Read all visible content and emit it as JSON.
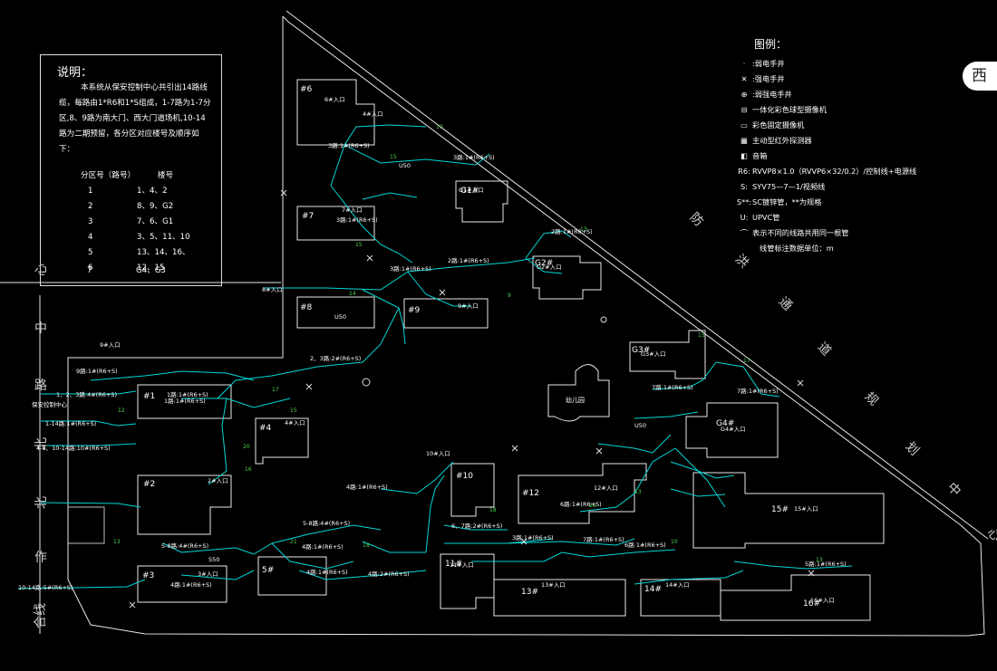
{
  "notes": {
    "title": "说明：",
    "description": "本系统从保安控制中心共引出14路线缆，每路由1*R6和1*S组成，1-7路为1-7分区,8、9路为南大门、西大门道场机,10-14路为二期预留，各分区对应楼号及顺序如下：",
    "header_zone": "分区号（路号）",
    "header_building": "楼号",
    "zones": [
      {
        "zone": "1",
        "buildings": "1、4、2"
      },
      {
        "zone": "2",
        "buildings": "8、9、G2"
      },
      {
        "zone": "3",
        "buildings": "7、6、G1"
      },
      {
        "zone": "4",
        "buildings": "3、5、11、10"
      },
      {
        "zone": "5",
        "buildings": "13、14、16、"
      },
      {
        "zone": "6",
        "buildings": "12、15"
      },
      {
        "zone": "7",
        "buildings": "G4、G3"
      }
    ]
  },
  "legend": {
    "title": "图例：",
    "items": [
      {
        "symbol": "·",
        "label": ":弱电手井"
      },
      {
        "symbol": "✕",
        "label": ":强电手井"
      },
      {
        "symbol": "⊕",
        "label": ":弱强电手井"
      },
      {
        "symbol": "⊟",
        "label": "一体化彩色球型摄像机"
      },
      {
        "symbol": "▭",
        "label": "彩色固定摄像机"
      },
      {
        "symbol": "▦",
        "label": "主动型红外探测器"
      },
      {
        "symbol": "◧",
        "label": "音箱"
      },
      {
        "symbol": "R6:",
        "label": "RVVP8×1.0（RVVP6×32/0.2）/控制线+电源线"
      },
      {
        "symbol": "S:",
        "label": "SYV75—7—1/视频线"
      },
      {
        "symbol": "S**:",
        "label": "SC镀锌管，**为规格"
      },
      {
        "symbol": "U:",
        "label": "UPVC管"
      },
      {
        "symbol": "⌒",
        "label": "表示不同的线路共用同一根管"
      }
    ],
    "note": "线管标注数据单位：m"
  },
  "side_labels": {
    "west_badge": "西",
    "left_road_1": "中",
    "left_road_2": "路",
    "left_road_3": "北",
    "left_road_4": "北",
    "left_road_5": "作",
    "left_road_6": "合线",
    "left_top": "心",
    "right_road": [
      "防",
      "洪",
      "通",
      "道",
      "规",
      "划",
      "中",
      "心"
    ]
  },
  "buildings": [
    {
      "id": "b6",
      "label": "#6"
    },
    {
      "id": "b7",
      "label": "#7"
    },
    {
      "id": "b8",
      "label": "#8"
    },
    {
      "id": "b9",
      "label": "#9"
    },
    {
      "id": "g1",
      "label": "G1#"
    },
    {
      "id": "g2",
      "label": "G2#"
    },
    {
      "id": "g3",
      "label": "G3#"
    },
    {
      "id": "g4",
      "label": "G4#"
    },
    {
      "id": "b1",
      "label": "#1"
    },
    {
      "id": "b2",
      "label": "#2"
    },
    {
      "id": "b3",
      "label": "#3"
    },
    {
      "id": "b4",
      "label": "#4"
    },
    {
      "id": "b5",
      "label": "5#"
    },
    {
      "id": "b10",
      "label": "#10"
    },
    {
      "id": "b11",
      "label": "11#"
    },
    {
      "id": "b12",
      "label": "#12"
    },
    {
      "id": "b13",
      "label": "13#"
    },
    {
      "id": "b14",
      "label": "14#"
    },
    {
      "id": "b15",
      "label": "15#"
    },
    {
      "id": "b16",
      "label": "16#"
    },
    {
      "id": "kg",
      "label": "幼儿园"
    }
  ],
  "cable_labels": [
    "6#入口",
    "4#入口",
    "3路:1#(R6+S)",
    "3路:1#(R6+S)",
    "G1#入口",
    "7#入口",
    "3路:1#(R6+S)",
    "2路:1#(R6+S)",
    "G2#入口",
    "2路:1#(R6+S)",
    "8#入口",
    "3路:1#(R6+S)",
    "9#入口",
    "2、3路:2#(R6+S)",
    "G3#入口",
    "7路:1#(R6+S)",
    "7路:1#(R6+S)",
    "G4#入口",
    "9#入口",
    "9路:1#(R6+S)",
    "1、2、3路:4#(R6+S)",
    "1路:1#(R6+S)",
    "1-14路:1#(R6+S)",
    "4-8、10-14路:10#(R6+S)",
    "1路:1#(R6+S)",
    "4#入口",
    "2#入口",
    "5-8路:4#(R6+S)",
    "4路:1#(R6+S)",
    "3#入口",
    "10-14路:5#(R6+S)",
    "5-8路:4#(R6+S)",
    "4路:1#(R6+S)",
    "4路:1#(R6+S)",
    "4路:2#(R6+S)",
    "10#入口",
    "4路:1#(R6+S)",
    "6、7路:2#(R6+S)",
    "6路:1#(R6+S)",
    "12#入口",
    "3路:1#(R6+S)",
    "11#入口",
    "13#入口",
    "14#入口",
    "6路:1#(R6+S)",
    "7路:1#(R6+S)",
    "15#入口",
    "5路:1#(R6+S)",
    "16#入口",
    "保安控制中心",
    "U50",
    "U50",
    "U50",
    "S50"
  ]
}
